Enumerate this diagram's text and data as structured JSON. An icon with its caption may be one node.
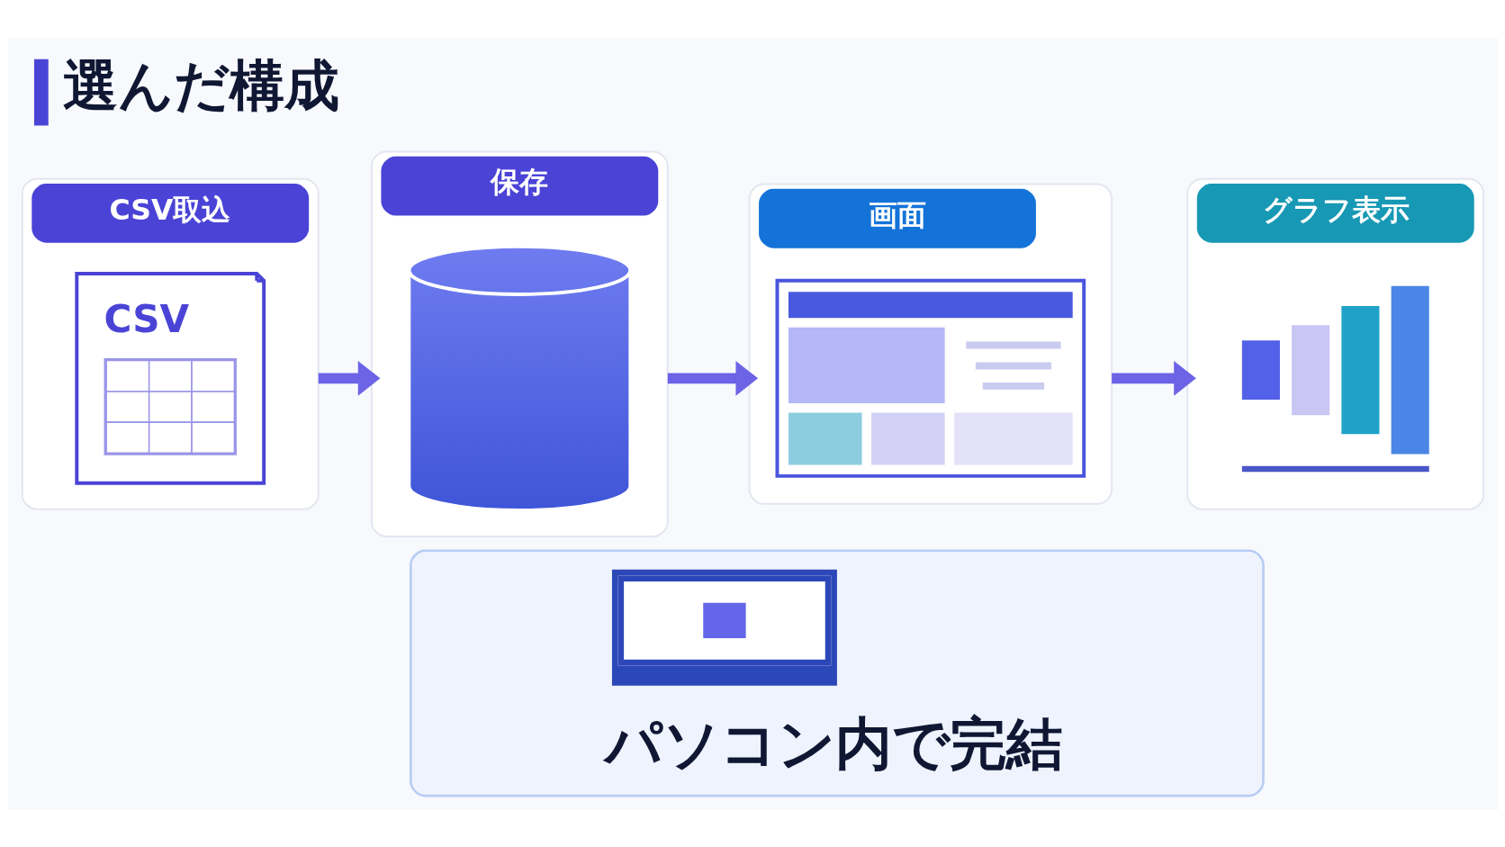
{
  "diagram": {
    "title": "選んだ構成",
    "nodes": [
      {
        "text": [
          "CSV取込"
        ]
      },
      {
        "text": [
          "CSV"
        ],
        "in": 0
      },
      {
        "text": [
          "保存"
        ]
      },
      {
        "text": [],
        "shape": "cylinder",
        "in": 2
      },
      {
        "text": [
          "画面"
        ]
      },
      {
        "text": [],
        "shape": "picture",
        "in": 4
      },
      {
        "text": [
          "グラフ表示"
        ]
      },
      {
        "text": [],
        "shape": "picture",
        "in": 6
      },
      {
        "text": [
          "パソコン内で完結"
        ]
      },
      {
        "text": [],
        "shape": "picture",
        "in": 8
      }
    ],
    "edges": [
      {
        "from": 0,
        "to": 2,
        "arrow": "to"
      },
      {
        "from": 2,
        "to": 4,
        "arrow": "to"
      },
      {
        "from": 4,
        "to": 6,
        "arrow": "to"
      }
    ]
  }
}
